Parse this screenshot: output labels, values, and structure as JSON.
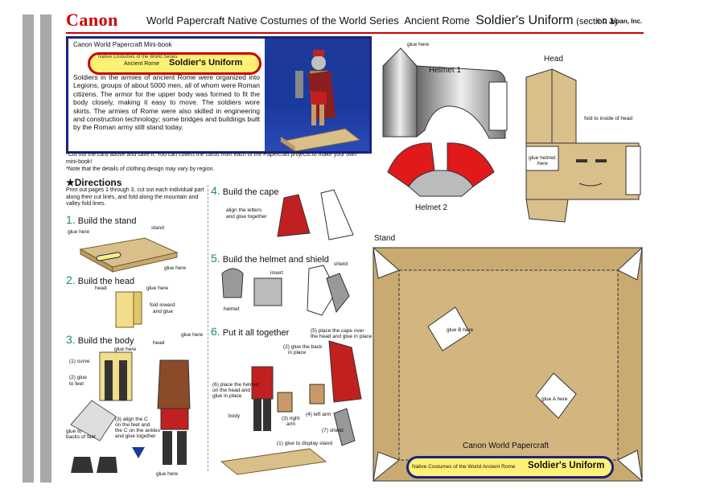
{
  "header": {
    "logo": "Canon",
    "title_series": "World Papercraft Native Costumes of the World Series",
    "title_topic": "Ancient Rome",
    "title_main": "Soldier's Uniform",
    "title_section": "(section 1)",
    "copyright": "© D Japan, Inc."
  },
  "card": {
    "minibook": "Canon World Papercraft Mini-book",
    "pill_series": "Native Costumes of the World Series",
    "pill_topic": "Ancient Rome",
    "pill_title": "Soldier's Uniform",
    "text": "Soldiers in the armies of ancient Rome were organized into Legions, groups of about 5000 men, all of whom were Roman citizens. The armor for the upper body was formed to fit the body closely, making it easy to move. The soldiers wore skirts. The armies of Rome were also skilled in engineering and construction technology; some bridges and buildings built by the Roman army still stand today."
  },
  "notes": {
    "n1": "*Cut out the card above and save it. You can collect the cards from each of the Papercraft projects to make your own mini-book!",
    "n2": "*Note that the details of clothing design may vary by region."
  },
  "directions": {
    "heading": "★Directions",
    "text": "Print out pages 1 through 3, cut out each individual part along their cut lines, and fold along the mountain and valley fold lines."
  },
  "steps": {
    "s1_num": "1.",
    "s1": "Build the stand",
    "s2_num": "2.",
    "s2": "Build the head",
    "s3_num": "3.",
    "s3": "Build the body",
    "s4_num": "4.",
    "s4": "Build the cape",
    "s5_num": "5.",
    "s5": "Build the helmet and shield",
    "s6_num": "6.",
    "s6": "Put it all together"
  },
  "labels": {
    "stand": "stand",
    "glue_here": "glue here",
    "head": "head",
    "fold_inward": "fold inward",
    "and_glue": "and glue",
    "curve": "(1) curve",
    "glue_to_feet_1": "(2) glue",
    "glue_to_feet_2": "to feet",
    "glue_to_1": "glue to",
    "glue_to_2": "backs of feet",
    "align_c_1": "(3) align the C",
    "align_c_2": "on the feet and",
    "align_c_3": "the C on the ankles",
    "align_c_4": "and glue together",
    "align_letters_1": "align the letters",
    "align_letters_2": "and glue together",
    "insert": "insert",
    "shield": "shield",
    "helmet": "helmet",
    "place_cape_1": "(5) place the cape over",
    "place_cape_2": "the head and glue in place",
    "glue_back_1": "(2) glue the back",
    "glue_back_2": "in place",
    "place_helmet_1": "(6) place the helmet",
    "place_helmet_2": "on the head and",
    "place_helmet_3": "glue in place",
    "body": "body",
    "right_arm_1": "(3) right",
    "right_arm_2": "arm",
    "left_arm": "(4) left arm",
    "shield7": "(7) shield",
    "glue_display": "(1) glue to display stand",
    "fold_inside_head": "fold to inside of head",
    "glue_helmet_1": "glue helmet",
    "glue_helmet_2": "here",
    "glue_B": "glue B here",
    "glue_A": "glue A here"
  },
  "parts": {
    "helmet1": "Helmet 1",
    "helmet2": "Helmet 2",
    "head": "Head",
    "stand": "Stand",
    "stand_title": "Canon World Papercraft",
    "stand_pill_series": "Native Costumes of the World Ancient Rome",
    "stand_pill_title": "Soldier's Uniform"
  },
  "colors": {
    "brand_red": "#cc0000",
    "navy": "#1a237e",
    "pill_yellow": "#fff176",
    "tan": "#d9bf8a",
    "cape_red": "#c0201f"
  }
}
